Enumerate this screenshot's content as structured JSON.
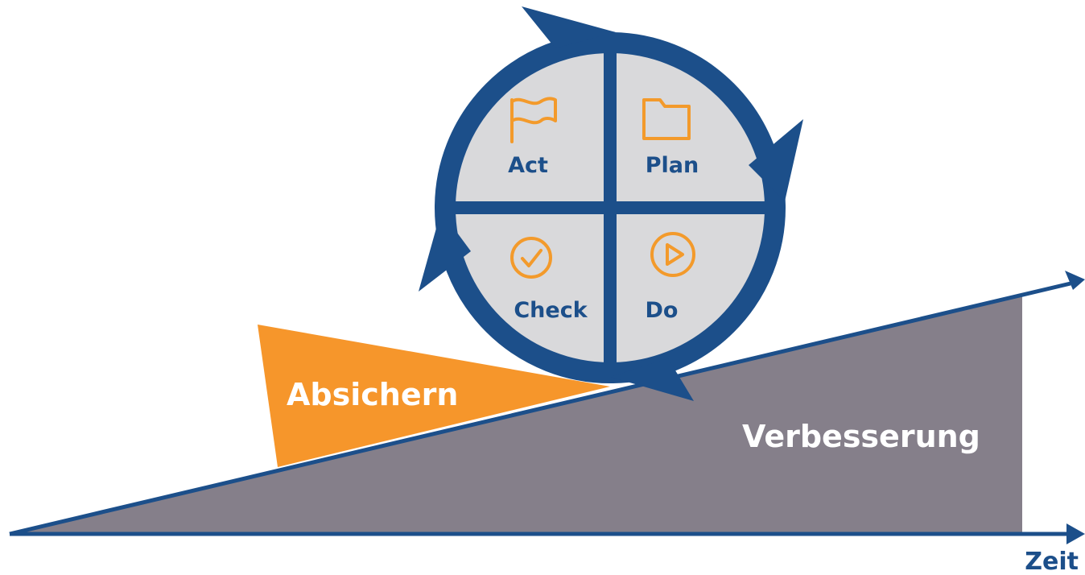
{
  "cycle": {
    "quadrants": {
      "act": "Act",
      "plan": "Plan",
      "check": "Check",
      "do": "Do"
    },
    "icons": {
      "act": "flag-icon",
      "plan": "folder-icon",
      "check": "check-circle-icon",
      "do": "play-circle-icon"
    }
  },
  "labels": {
    "absichern": "Absichern",
    "verbesserung": "Verbesserung",
    "zeit": "Zeit"
  },
  "colors": {
    "cycle_blue": "#1c4f8a",
    "icon_orange": "#f39a2b",
    "quadrant_gray": "#d9d9db",
    "ramp_gray": "#857f8a",
    "wedge_orange": "#f6962b"
  }
}
